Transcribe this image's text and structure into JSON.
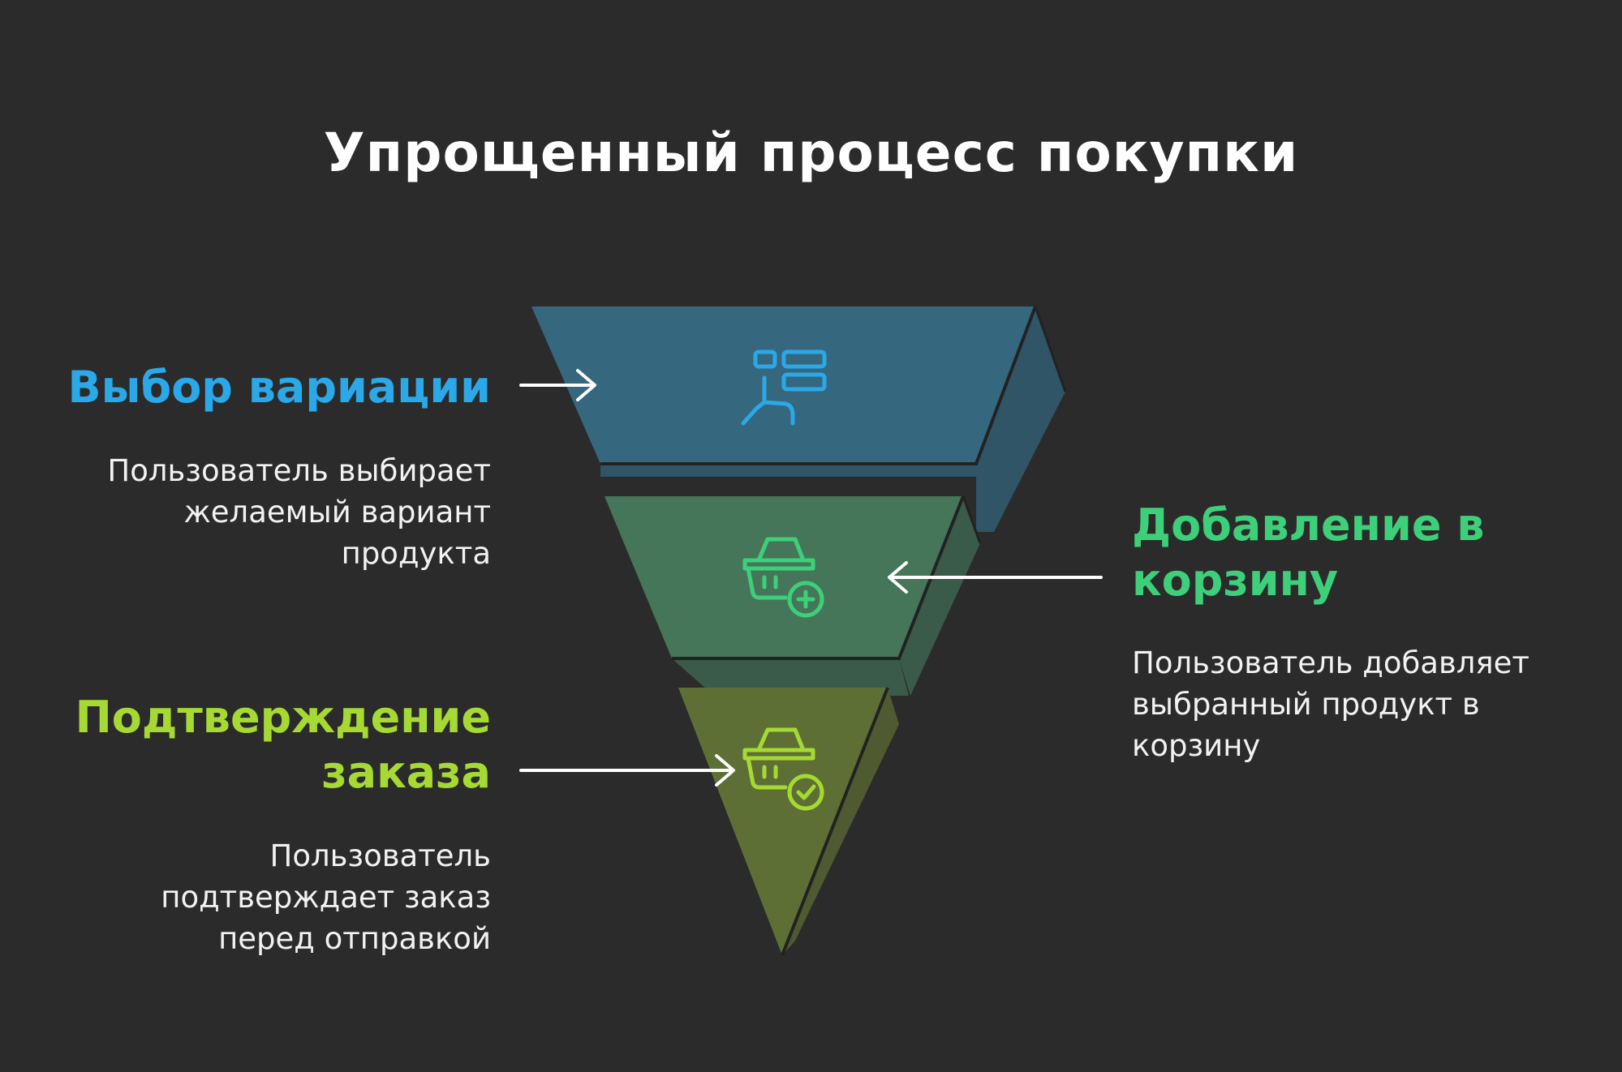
{
  "title": "Упрощенный процесс покупки",
  "stages": [
    {
      "heading": "Выбор вариации",
      "description": "Пользователь выбирает желаемый вариант продукта",
      "color": "#2aa8e8",
      "icon": "select-variant-icon"
    },
    {
      "heading": "Добавление в корзину",
      "description": "Пользователь добавляет выбранный продукт в корзину",
      "color": "#3ecf7a",
      "icon": "basket-add-icon"
    },
    {
      "heading": "Подтверждение заказа",
      "description": "Пользователь подтверждает заказ перед отправкой",
      "color": "#a6d933",
      "icon": "basket-check-icon"
    }
  ]
}
